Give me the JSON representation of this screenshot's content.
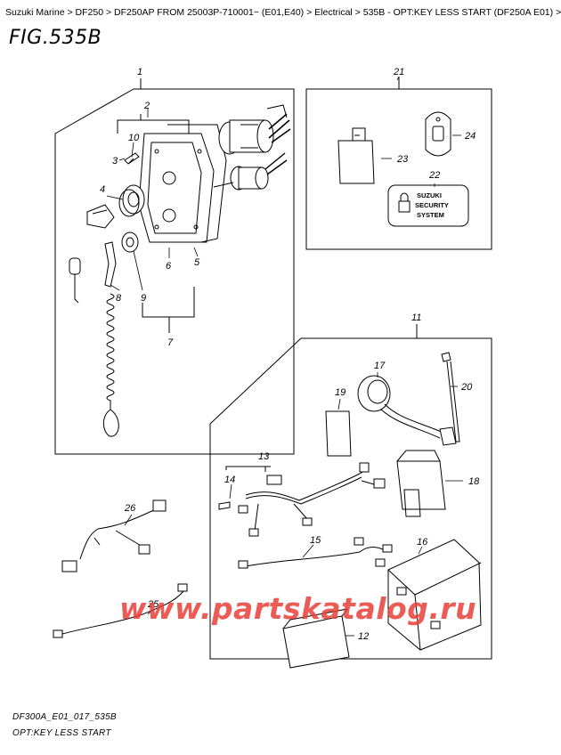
{
  "breadcrumb": [
    {
      "label": "Suzuki Marine"
    },
    {
      "label": "DF250"
    },
    {
      "label": "DF250AP FROM 25003P-710001~ (E01,E40)"
    },
    {
      "label": "Electrical"
    },
    {
      "label": "535B - OPT:KEY LESS START (DF250A E01)"
    }
  ],
  "figure": {
    "title": "FIG.535B"
  },
  "callouts": {
    "c1": "1",
    "c2": "2",
    "c3": "3",
    "c4": "4",
    "c5": "5",
    "c6": "6",
    "c7": "7",
    "c8": "8",
    "c9": "9",
    "c10": "10",
    "c11": "11",
    "c12": "12",
    "c13": "13",
    "c14": "14",
    "c15": "15",
    "c16": "16",
    "c17": "17",
    "c18": "18",
    "c19": "19",
    "c20": "20",
    "c21": "21",
    "c22": "22",
    "c23": "23",
    "c24": "24",
    "c25": "25",
    "c26": "26"
  },
  "label_card": {
    "line1": "SUZUKI",
    "line2": "SECURITY",
    "line3": "SYSTEM"
  },
  "watermark": "www.partskatalog.ru",
  "footer": {
    "code": "DF300A_E01_017_535B",
    "caption": "OPT:KEY LESS START"
  }
}
